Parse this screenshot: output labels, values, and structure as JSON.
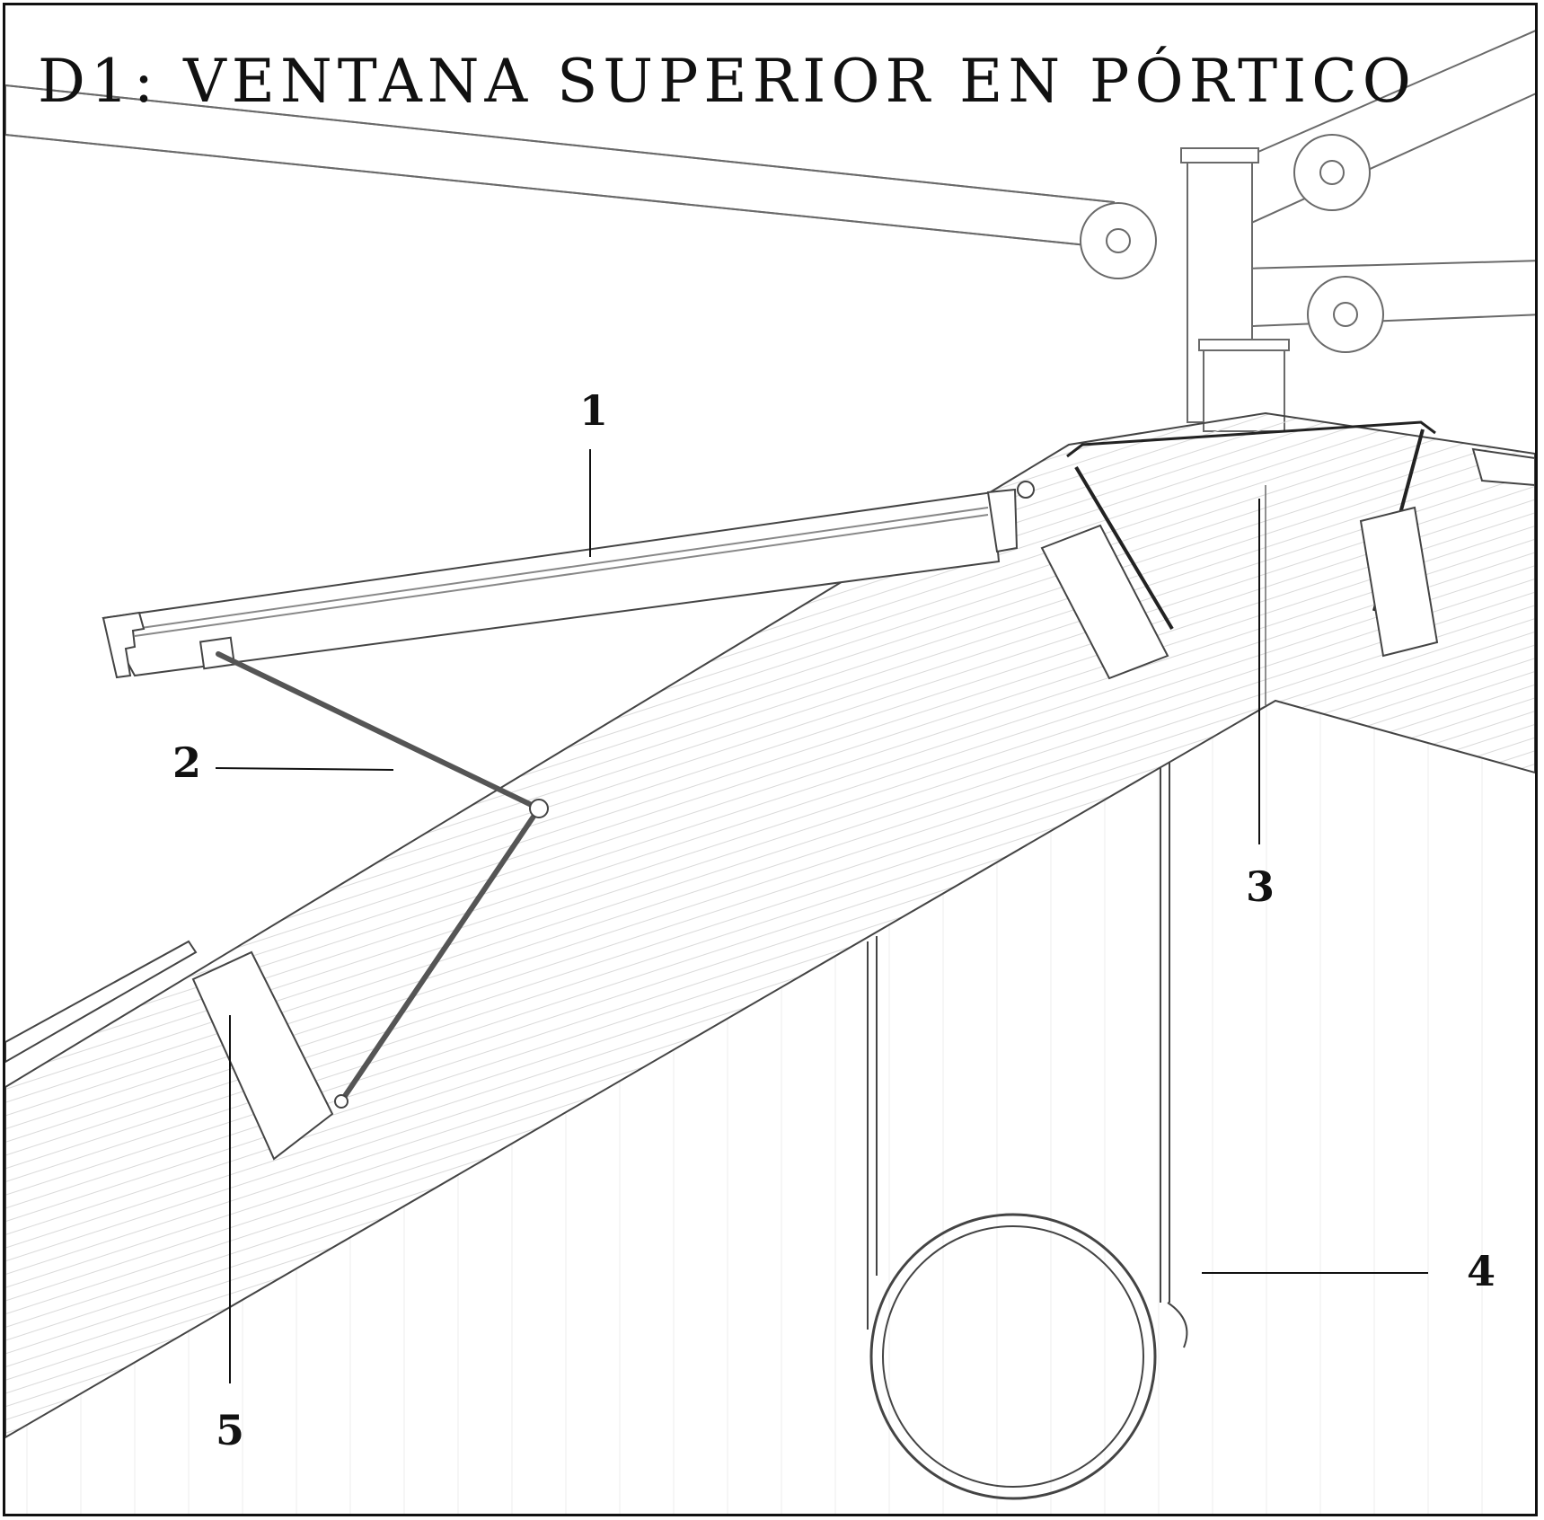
{
  "title": "D1: VENTANA SUPERIOR EN PÓRTICO",
  "callouts": [
    "1",
    "2",
    "3",
    "4",
    "5"
  ],
  "colors": {
    "line": "#6a6a6a",
    "dark": "#111111",
    "hatch": "#d6d6d6",
    "background": "#ffffff"
  }
}
